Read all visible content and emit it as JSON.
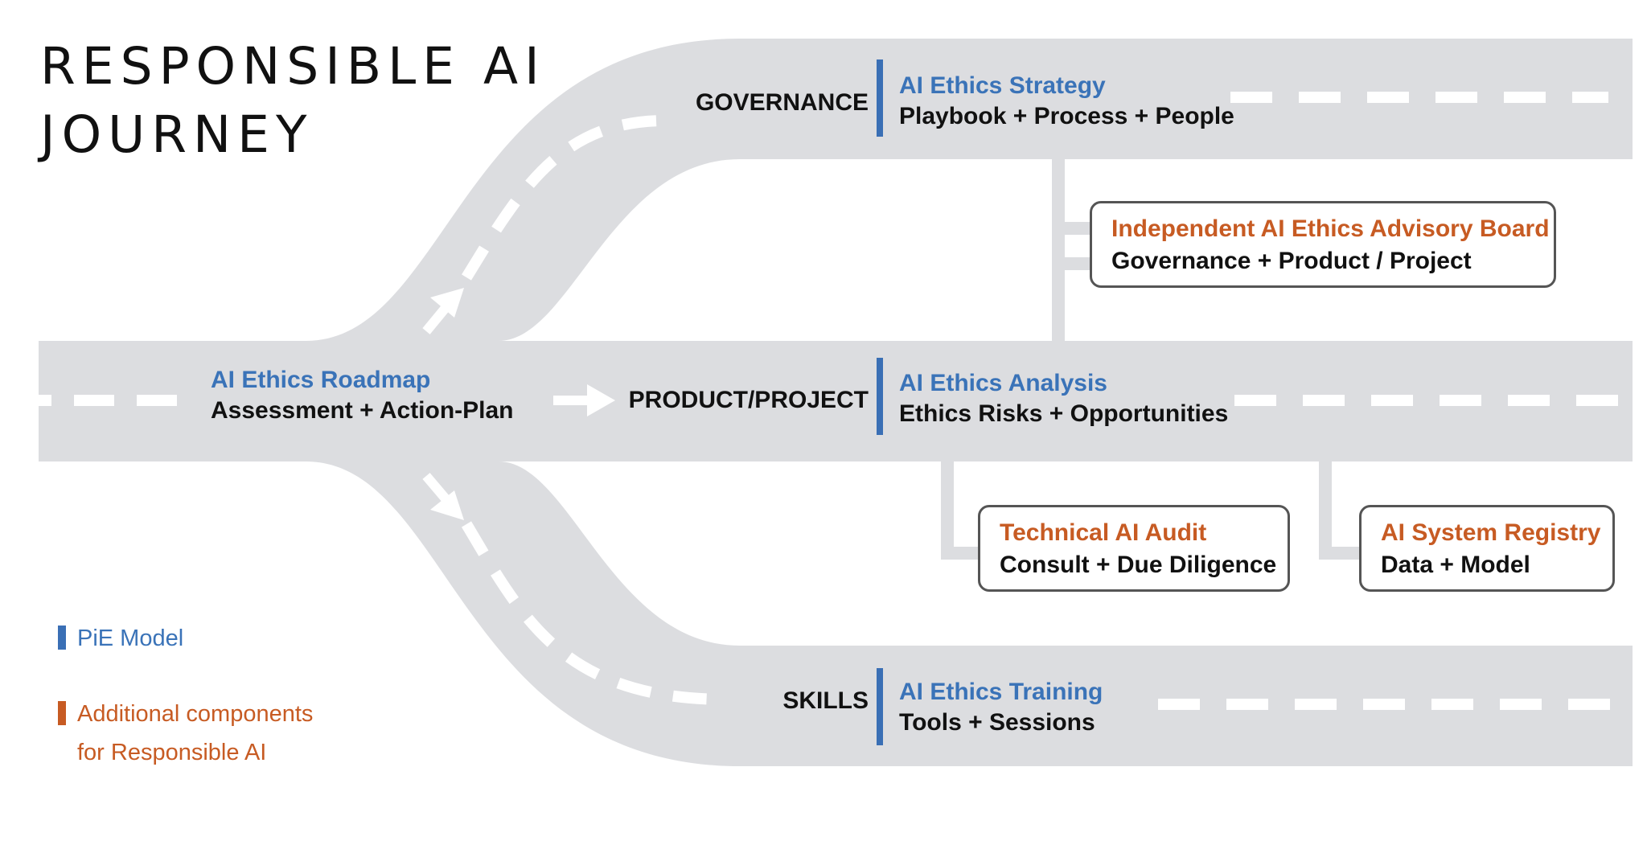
{
  "title": {
    "line1": "RESPONSIBLE AI",
    "line2": "JOURNEY"
  },
  "colors": {
    "road": "#dcdde0",
    "dash": "#ffffff",
    "pie_blue": "#3a6fb5",
    "additional_orange": "#c75b23",
    "text": "#111111",
    "box_border": "#555555"
  },
  "roadmap": {
    "heading": "AI Ethics Roadmap",
    "sub": "Assessment + Action-Plan"
  },
  "lanes": {
    "governance": {
      "label": "GOVERNANCE",
      "heading": "AI Ethics Strategy",
      "sub": "Playbook + Process + People"
    },
    "product": {
      "label": "PRODUCT/PROJECT",
      "heading": "AI Ethics Analysis",
      "sub": "Ethics Risks + Opportunities"
    },
    "skills": {
      "label": "SKILLS",
      "heading": "AI Ethics Training",
      "sub": "Tools + Sessions"
    }
  },
  "boxes": {
    "advisory": {
      "heading": "Independent AI Ethics Advisory Board",
      "sub": "Governance + Product / Project"
    },
    "audit": {
      "heading": "Technical AI Audit",
      "sub": "Consult + Due Diligence"
    },
    "registry": {
      "heading": "AI System Registry",
      "sub": "Data + Model"
    }
  },
  "legend": {
    "pie": {
      "label": "PiE Model",
      "color": "#3a6fb5"
    },
    "additional": {
      "line1": "Additional components",
      "line2": "for Responsible AI",
      "color": "#c75b23"
    }
  }
}
